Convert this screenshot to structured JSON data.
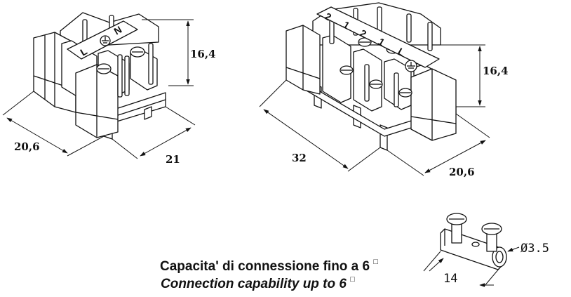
{
  "block_a": {
    "dim_height": "16,4",
    "dim_width": "20,6",
    "dim_depth": "21",
    "terminal_marks": [
      "L",
      "N"
    ]
  },
  "block_b": {
    "dim_height": "16,4",
    "dim_length": "32",
    "dim_depth": "20,6",
    "terminal_marks": [
      "L",
      "1",
      "2",
      "1",
      "2"
    ]
  },
  "connector": {
    "dim_diameter": "Ø3.5",
    "dim_length": "14"
  },
  "caption": {
    "italian": "Capacita' di connessione fino a 6",
    "english": "Connection capability up to 6",
    "unit_symbol": "□"
  }
}
